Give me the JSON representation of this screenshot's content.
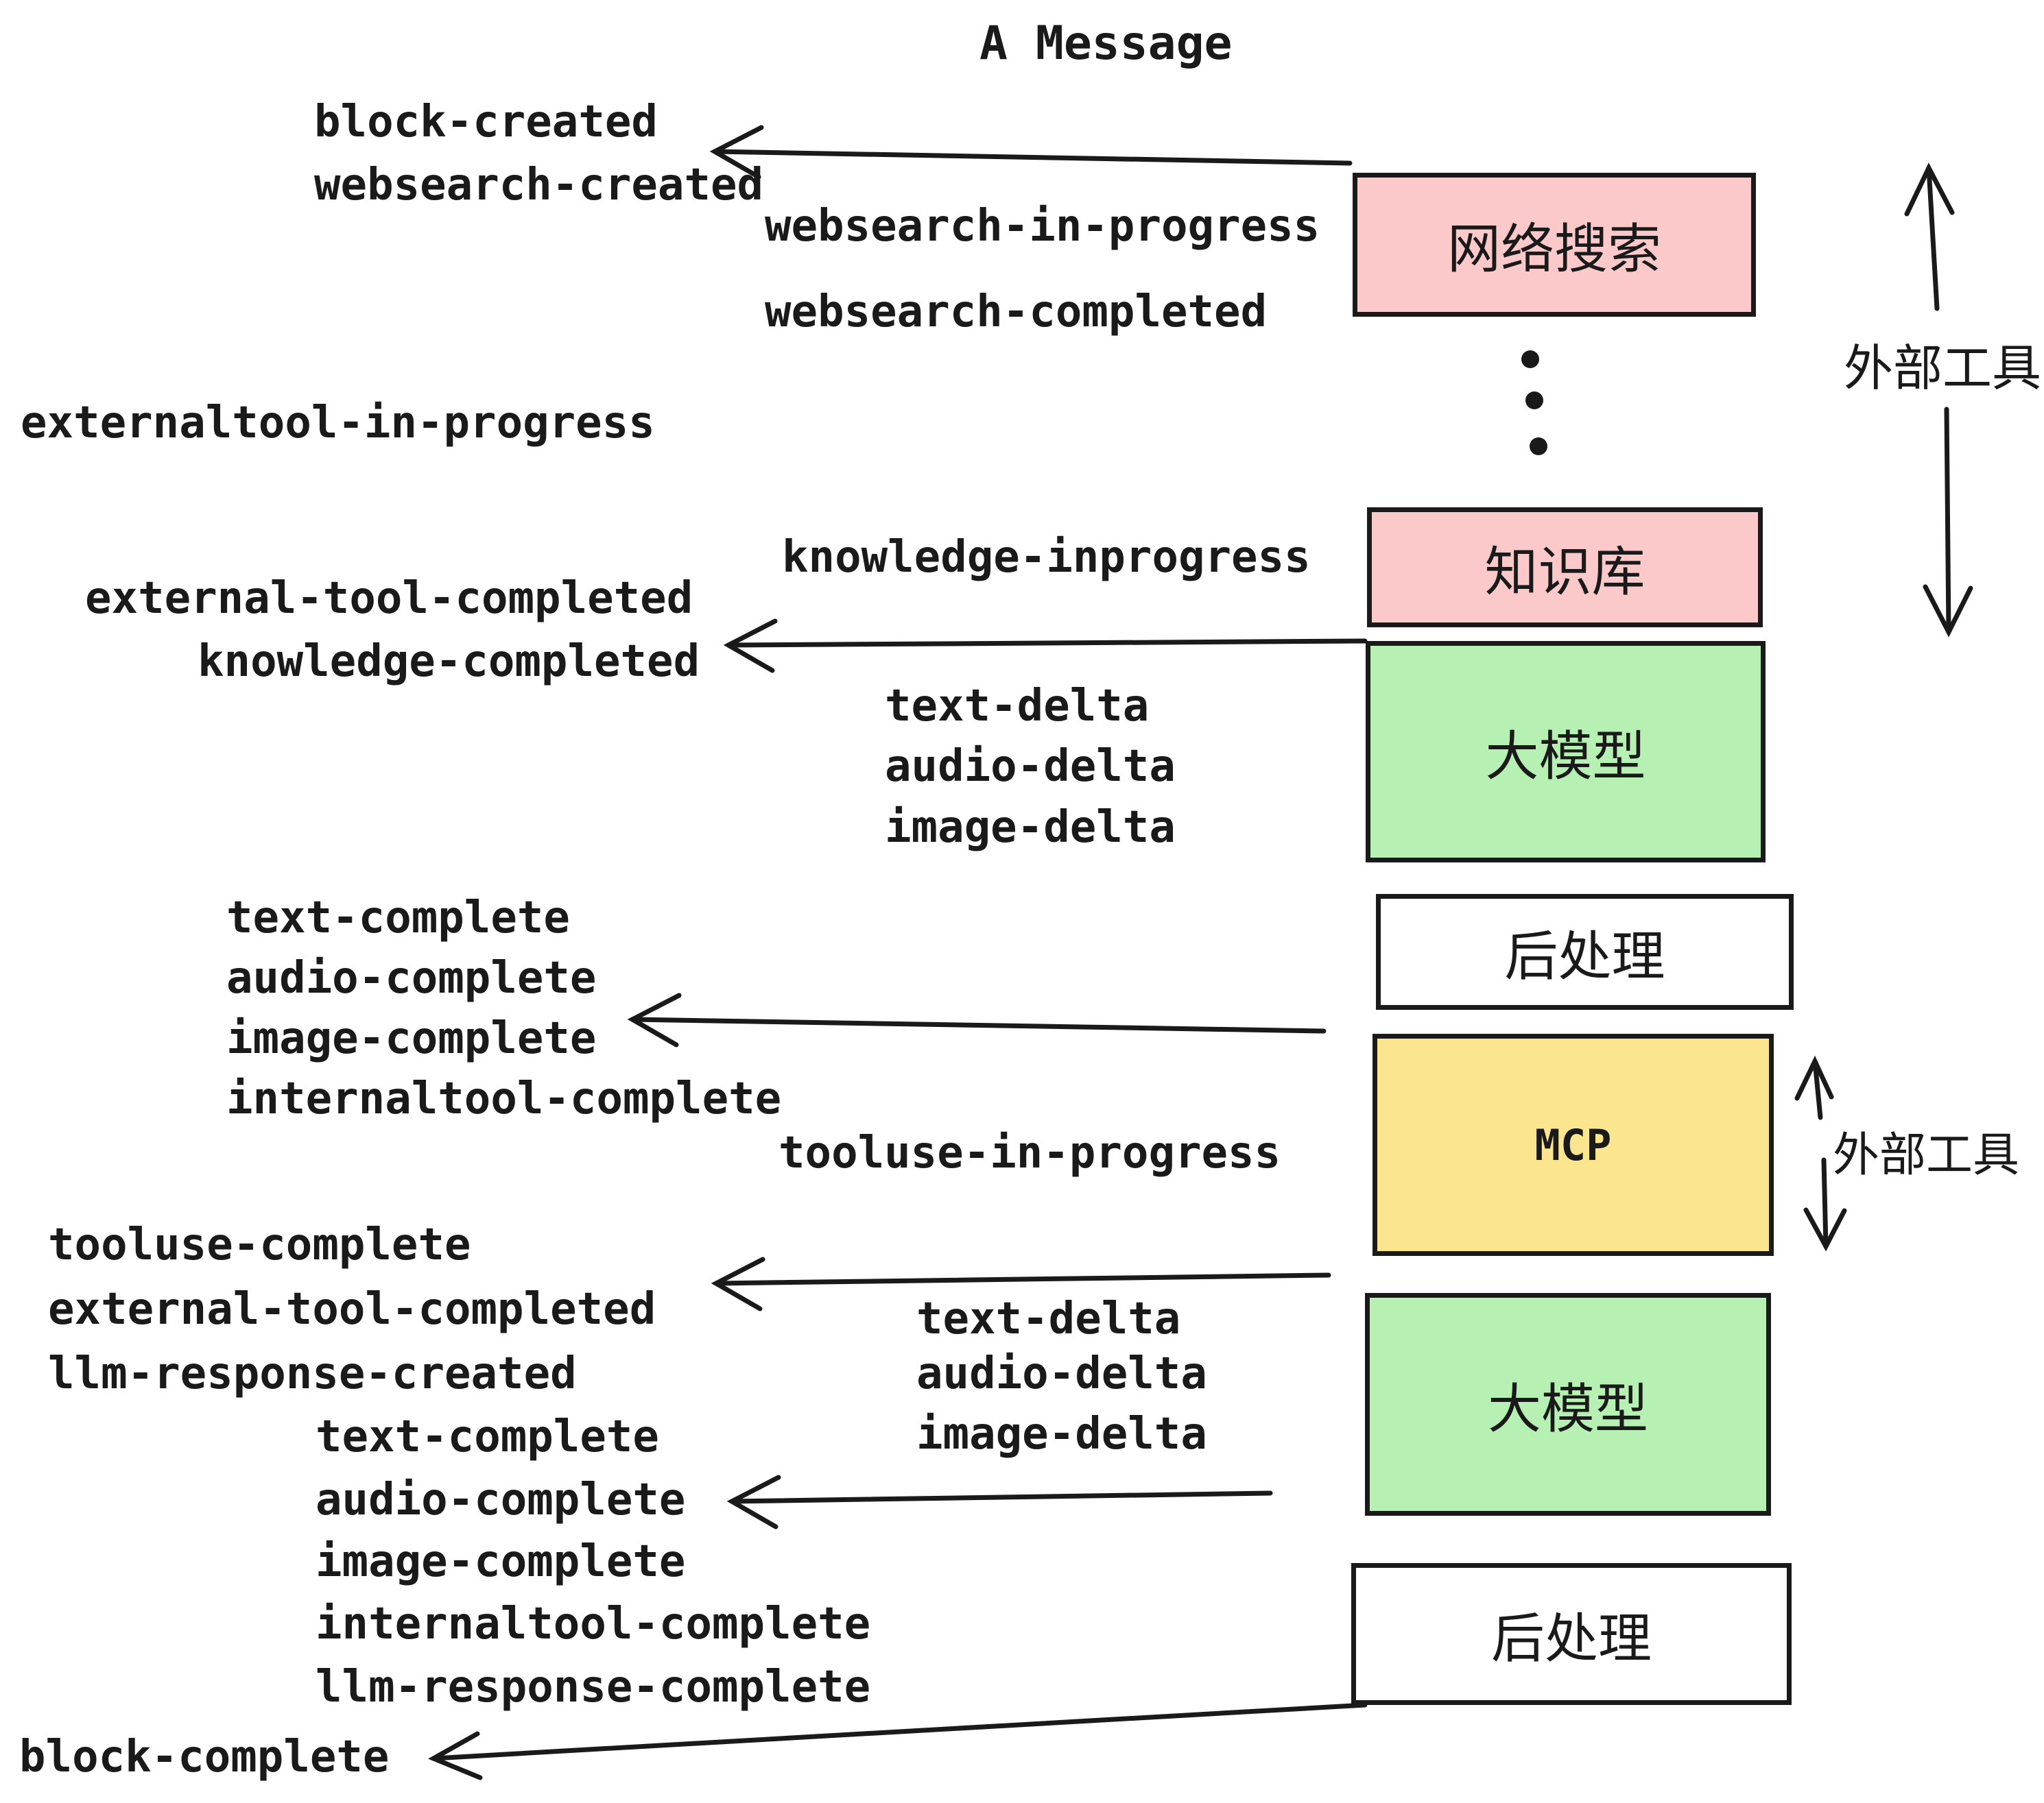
{
  "title": "A Message",
  "colors": {
    "websearch_box": "#fbc9c9",
    "knowledge_box": "#fbc9c9",
    "llm_box": "#b7f0b3",
    "postprocess_box": "#ffffff",
    "mcp_box": "#fbe58e",
    "line": "#1a1a1a"
  },
  "boxes": [
    {
      "label": "网络搜索"
    },
    {
      "label": "知识库"
    },
    {
      "label": "大模型"
    },
    {
      "label": "后处理"
    },
    {
      "label": "MCP"
    },
    {
      "label": "大模型"
    },
    {
      "label": "后处理"
    }
  ],
  "side_labels": {
    "external_tool_top": "外部工具",
    "external_tool_bottom": "外部工具"
  },
  "events": {
    "block_created": "block-created",
    "websearch_created": "websearch-created",
    "websearch_in_progress": "websearch-in-progress",
    "websearch_completed": "websearch-completed",
    "externaltool_in_progress": "externaltool-in-progress",
    "knowledge_inprogress": "knowledge-inprogress",
    "external_tool_completed": "external-tool-completed",
    "knowledge_completed": "knowledge-completed",
    "text_delta_1": "text-delta",
    "audio_delta_1": "audio-delta",
    "image_delta_1": "image-delta",
    "text_complete_1": "text-complete",
    "audio_complete_1": "audio-complete",
    "image_complete_1": "image-complete",
    "internaltool_complete_1": "internaltool-complete",
    "tooluse_in_progress": "tooluse-in-progress",
    "tooluse_complete": "tooluse-complete",
    "external_tool_completed_2": "external-tool-completed",
    "llm_response_created": "llm-response-created",
    "text_delta_2": "text-delta",
    "audio_delta_2": "audio-delta",
    "image_delta_2": "image-delta",
    "text_complete_2": "text-complete",
    "audio_complete_2": "audio-complete",
    "image_complete_2": "image-complete",
    "internaltool_complete_2": "internaltool-complete",
    "llm_response_complete": "llm-response-complete",
    "block_complete": "block-complete"
  }
}
